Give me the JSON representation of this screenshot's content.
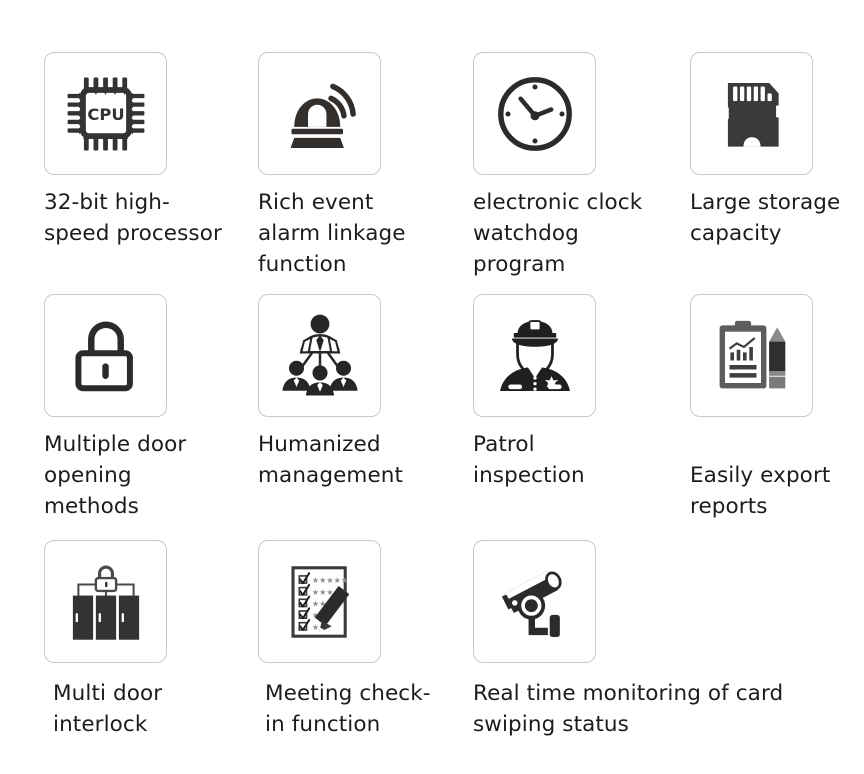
{
  "page": {
    "background_color": "#ffffff",
    "text_color": "#1c1c1c",
    "tile_border_color": "#c9c9c9",
    "icon_dark": "#333333",
    "icon_gray": "#6e6e6e",
    "columns": 4,
    "rows": 3
  },
  "features": [
    {
      "id": "cpu",
      "icon": "cpu-chip-icon",
      "icon_text": "CPU",
      "label": "32-bit high-\nspeed processor",
      "row": 1,
      "col": 1
    },
    {
      "id": "alarm",
      "icon": "alarm-siren-icon",
      "label": "Rich event\nalarm linkage\nfunction",
      "row": 1,
      "col": 2
    },
    {
      "id": "clock",
      "icon": "clock-watchdog-icon",
      "label": "electronic clock\nwatchdog\nprogram",
      "row": 1,
      "col": 3
    },
    {
      "id": "storage",
      "icon": "sd-card-icon",
      "label": "Large storage\ncapacity",
      "row": 1,
      "col": 4
    },
    {
      "id": "unlock",
      "icon": "open-padlock-icon",
      "label": "Multiple door\nopening\nmethods",
      "row": 2,
      "col": 1
    },
    {
      "id": "management",
      "icon": "org-hierarchy-people-icon",
      "label": "Humanized\nmanagement",
      "row": 2,
      "col": 2
    },
    {
      "id": "patrol",
      "icon": "police-officer-icon",
      "label": "Patrol\ninspection",
      "row": 2,
      "col": 3
    },
    {
      "id": "reports",
      "icon": "clipboard-chart-pencil-icon",
      "label": "Easily export\nreports",
      "row": 2,
      "col": 4
    },
    {
      "id": "interlock",
      "icon": "multi-door-interlock-icon",
      "label": "Multi door\ninterlock",
      "row": 3,
      "col": 1
    },
    {
      "id": "checkin",
      "icon": "checklist-pencil-icon",
      "label": "Meeting check-\nin function",
      "row": 3,
      "col": 2
    },
    {
      "id": "monitoring",
      "icon": "cctv-camera-icon",
      "label": "Real time monitoring of card\nswiping status",
      "row": 3,
      "col": 3
    }
  ]
}
